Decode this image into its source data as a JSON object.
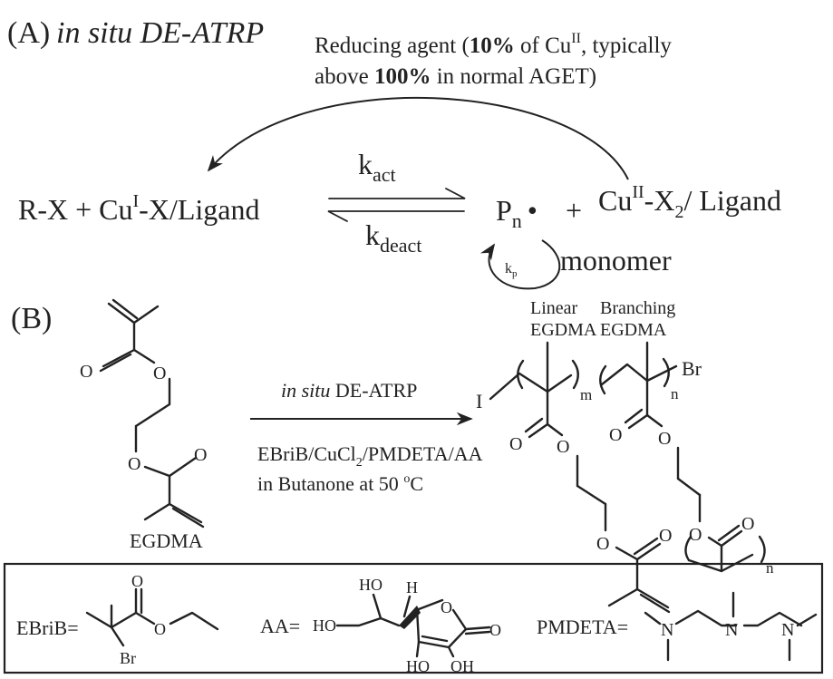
{
  "panel_a": {
    "label": "(A)",
    "title": "in situ DE-ATRP",
    "reducing_line1_a": "Reducing agent (",
    "reducing_line1_b": "10%",
    "reducing_line1_c": " of Cu",
    "reducing_line1_sup": "II",
    "reducing_line1_d": ", typically",
    "reducing_line2_a": "above ",
    "reducing_line2_b": "100%",
    "reducing_line2_c": " in normal AGET)",
    "left_species_a": "R-X + Cu",
    "left_species_sup": "I",
    "left_species_b": "-X/Ligand",
    "k_act_base": "k",
    "k_act_sub": "act",
    "k_deact_base": "k",
    "k_deact_sub": "deact",
    "radical_base": "P",
    "radical_sub": "n",
    "radical_dot": "•",
    "plus": "+",
    "right_species_a": "Cu",
    "right_species_sup": "II",
    "right_species_b": "-X",
    "right_species_sub": "2",
    "right_species_c": "/ Ligand",
    "kp_base": "k",
    "kp_sub": "p",
    "monomer": "monomer"
  },
  "panel_b": {
    "label": "(B)",
    "monomer_name": "EGDMA",
    "cond_top": "in situ",
    "cond_top_b": " DE-ATRP",
    "cond_line1_a": "EBriB/CuCl",
    "cond_line1_sub": "2",
    "cond_line1_b": "/PMDETA/AA",
    "cond_line2_a": "in Butanone at 50 ",
    "cond_line2_sup": "o",
    "cond_line2_b": "C",
    "linear_label_1": "Linear",
    "linear_label_2": "EGDMA",
    "branch_label_1": "Branching",
    "branch_label_2": "EGDMA",
    "end_left": "I",
    "end_right": "Br",
    "sub_m": "m",
    "sub_n": "n",
    "sub_n2": "n",
    "atom_O": "O"
  },
  "legend": {
    "ebrib_label": "EBriB=",
    "ebrib_br": "Br",
    "aa_label": "AA=",
    "aa_ho_top": "HO",
    "aa_h": "H",
    "aa_ho_left": "HO",
    "aa_ho_bottom1": "HO",
    "aa_oh_bottom2": "OH",
    "pmdeta_label": "PMDETA=",
    "atom_N": "N",
    "atom_O": "O"
  }
}
